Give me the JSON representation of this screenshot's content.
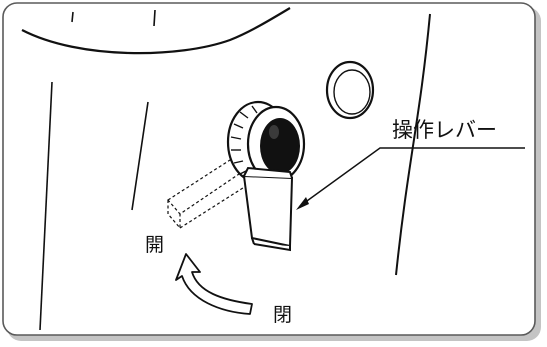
{
  "labels": {
    "lever": "操作レバー",
    "open": "開",
    "close": "閉"
  },
  "colors": {
    "line": "#111111",
    "frame": "#555555",
    "shadow": "#bdbdbd",
    "background": "#ffffff",
    "knob_fill": "#111111"
  }
}
